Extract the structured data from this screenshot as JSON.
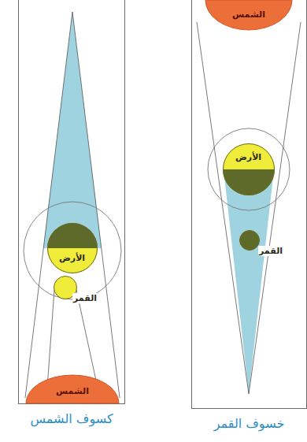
{
  "diagram": {
    "nodes": [
      {
        "text": [
          "خسوف القمر"
        ]
      },
      {
        "text": [
          "الشمس"
        ],
        "in": 0
      },
      {
        "text": [
          "الأرض"
        ],
        "in": 0
      },
      {
        "text": [
          "القمر"
        ],
        "in": 0
      },
      {
        "text": [
          "كسوف الشمس"
        ]
      },
      {
        "text": [
          "الأرض"
        ],
        "in": 4
      },
      {
        "text": [
          "القمر"
        ],
        "in": 4
      },
      {
        "text": [
          "الشمس"
        ],
        "in": 4
      }
    ]
  }
}
